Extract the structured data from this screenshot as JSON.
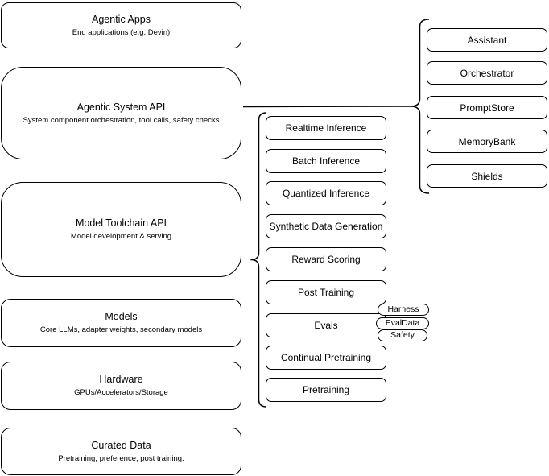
{
  "diagram": {
    "colors": {
      "background": "#ffffff",
      "stroke": "#000000",
      "fill": "#ffffff",
      "text": "#000000"
    },
    "left_column": [
      {
        "title": "Agentic Apps",
        "subtitle": "End applications (e.g. Devin)"
      },
      {
        "title": "Agentic System API",
        "subtitle": "System component orchestration, tool calls, safety checks"
      },
      {
        "title": "Model Toolchain API",
        "subtitle": "Model development & serving"
      },
      {
        "title": "Models",
        "subtitle": "Core LLMs, adapter weights, secondary models"
      },
      {
        "title": "Hardware",
        "subtitle": "GPUs/Accelerators/Storage"
      },
      {
        "title": "Curated Data",
        "subtitle": "Pretraining, preference, post training."
      }
    ],
    "middle_column": [
      "Realtime Inference",
      "Batch Inference",
      "Quantized Inference",
      "Synthetic Data Generation",
      "Reward Scoring",
      "Post Training",
      "Evals",
      "Continual Pretraining",
      "Pretraining"
    ],
    "right_column": [
      "Assistant",
      "Orchestrator",
      "PromptStore",
      "MemoryBank",
      "Shields"
    ],
    "eval_tags": [
      "Harness",
      "EvalData",
      "Safety"
    ]
  }
}
